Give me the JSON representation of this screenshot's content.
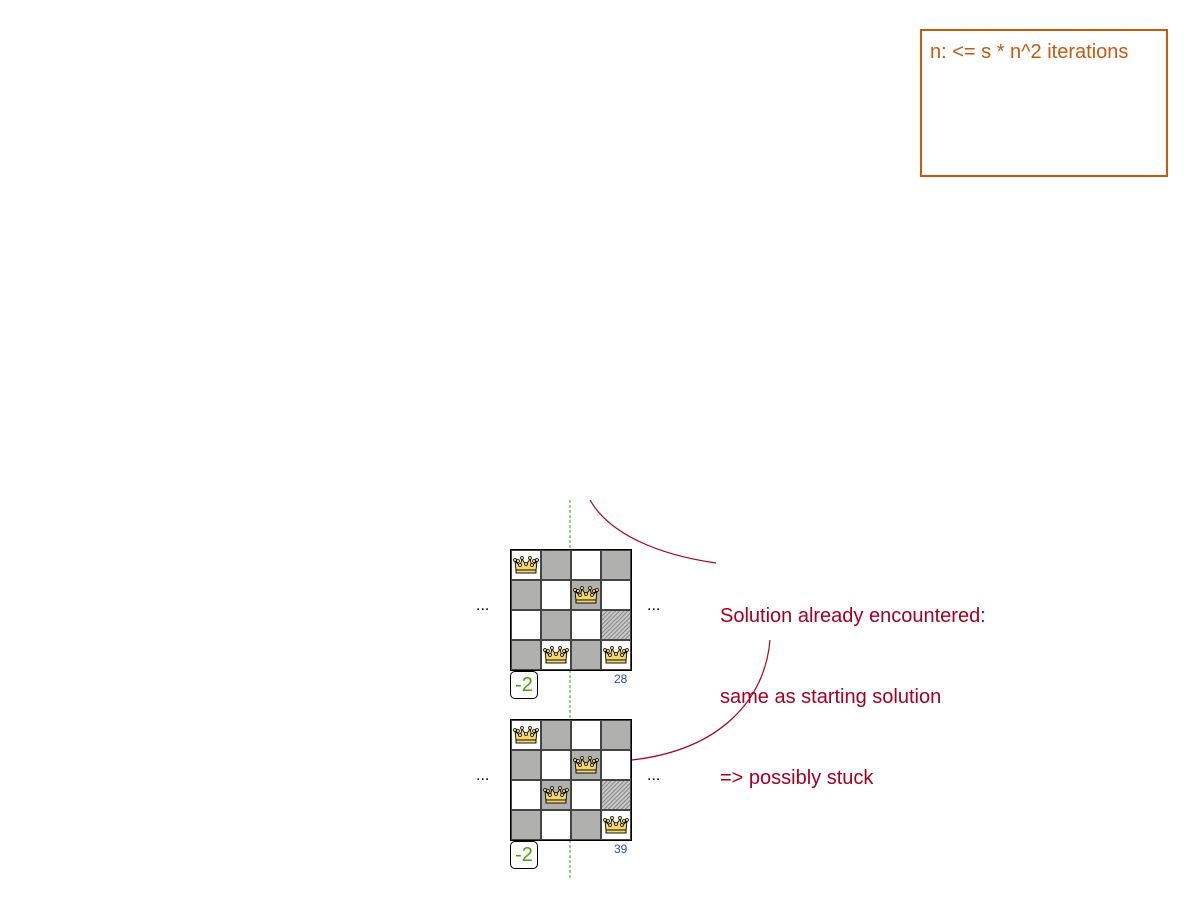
{
  "note": {
    "text": "n: <= s * n^2 iterations"
  },
  "callout": {
    "lines": [
      "Solution already encountered:",
      "same as starting solution",
      "=> possibly stuck"
    ]
  },
  "ellipsis": "...",
  "boards": [
    {
      "queens": [
        [
          0,
          0
        ],
        [
          1,
          2
        ],
        [
          3,
          1
        ],
        [
          3,
          3
        ]
      ],
      "hatched": [
        [
          2,
          3
        ]
      ],
      "score": "-2",
      "step": "28"
    },
    {
      "queens": [
        [
          0,
          0
        ],
        [
          1,
          2
        ],
        [
          2,
          1
        ],
        [
          3,
          3
        ]
      ],
      "hatched": [
        [
          2,
          3
        ]
      ],
      "score": "-2",
      "step": "39"
    }
  ],
  "colors": {
    "note": "#c55a11",
    "callout": "#a50021",
    "score": "#4aa10b",
    "step": "#2c4f8f",
    "divider": "#4aa10b",
    "queen": "#f5d76e"
  }
}
